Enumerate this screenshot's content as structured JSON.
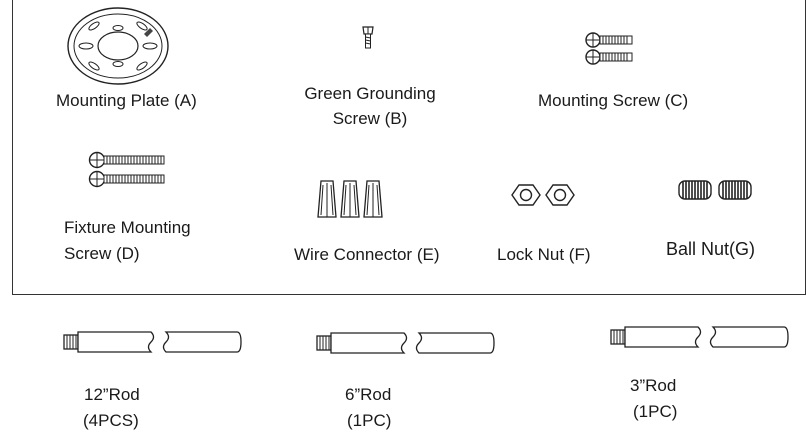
{
  "parts": {
    "a": {
      "line1": "Mounting Plate (A)"
    },
    "b": {
      "line1": "Green Grounding",
      "line2": "Screw (B)"
    },
    "c": {
      "line1": "Mounting Screw (C)"
    },
    "d": {
      "line1": "Fixture Mounting",
      "line2": "Screw (D)"
    },
    "e": {
      "line1": "Wire Connector (E)"
    },
    "f": {
      "line1": "Lock Nut (F)"
    },
    "g": {
      "line1": "Ball Nut(G)"
    }
  },
  "rods": {
    "r12": {
      "line1": "12”Rod",
      "line2": "(4PCS)"
    },
    "r6": {
      "line1": "6”Rod",
      "line2": "(1PC)"
    },
    "r3": {
      "line1": "3”Rod",
      "line2": "(1PC)"
    }
  }
}
